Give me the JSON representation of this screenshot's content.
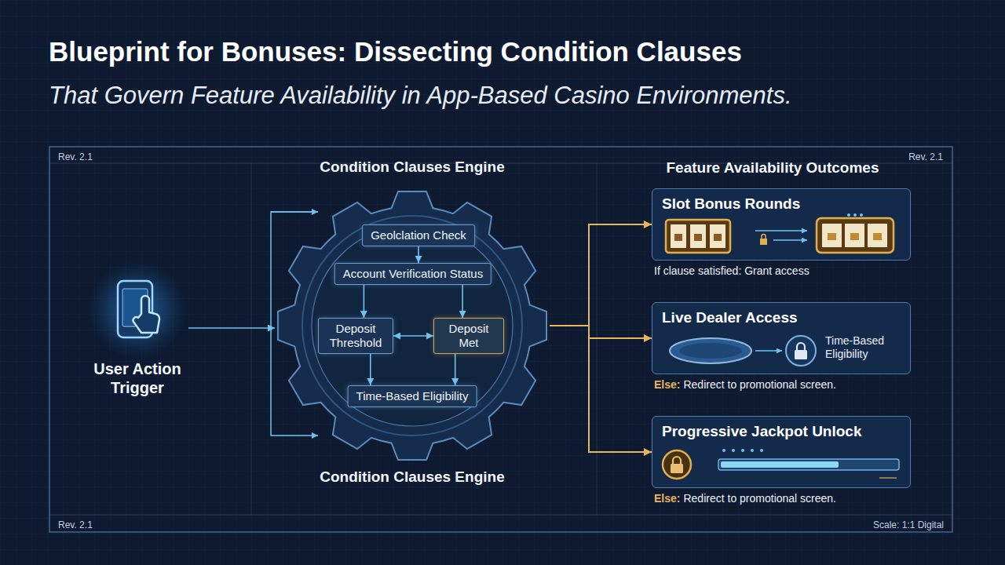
{
  "diagram": {
    "title": "Blueprint for Bonuses: Dissecting Condition Clauses",
    "nodes": [
      {
        "text": [
          "User Action Trigger"
        ]
      },
      {
        "text": [
          "Condition Clauses Engine"
        ]
      },
      {
        "text": [
          "Geolclation Check"
        ],
        "in": 1
      },
      {
        "text": [
          "Account Verification Status"
        ],
        "in": 1
      },
      {
        "text": [
          "Deposit Threshold"
        ],
        "in": 1
      },
      {
        "text": [
          "Deposit Met"
        ],
        "in": 1
      },
      {
        "text": [
          "Time-Based Eligibility"
        ],
        "in": 1
      },
      {
        "text": [
          "Slot Bonus Rounds",
          "If clause satisfied: Grant access"
        ]
      },
      {
        "text": [
          "Live Dealer Access",
          "Time-Based Eligibility",
          "Else:",
          "Redirect to promotional screen."
        ]
      },
      {
        "text": [
          "Progressive Jackpot Unlock",
          "Else:",
          "Redirect to promotional screen."
        ]
      }
    ],
    "edges": [
      {
        "from": 0,
        "to": 1,
        "arrow": "to"
      },
      {
        "from": 2,
        "to": 3,
        "arrow": "to"
      },
      {
        "from": 3,
        "to": 4,
        "arrow": "to"
      },
      {
        "from": 3,
        "to": 5,
        "arrow": "to"
      },
      {
        "from": 4,
        "to": 5,
        "arrow": "both"
      },
      {
        "from": 4,
        "to": 6,
        "arrow": "to"
      },
      {
        "from": 5,
        "to": 6,
        "arrow": "to"
      },
      {
        "from": 1,
        "to": 7,
        "arrow": "to"
      },
      {
        "from": 1,
        "to": 8,
        "arrow": "to"
      },
      {
        "from": 1,
        "to": 9,
        "arrow": "to"
      }
    ],
    "labels": [
      "That Govern Feature Availability in App-Based Casino Environments.",
      "Rev. 2.1",
      "Rev. 2.1",
      "Condition Clauses Engine",
      "Feature Availability Outcomes",
      "Rev. 2.1",
      "Scale: 1:1 Digital"
    ]
  }
}
